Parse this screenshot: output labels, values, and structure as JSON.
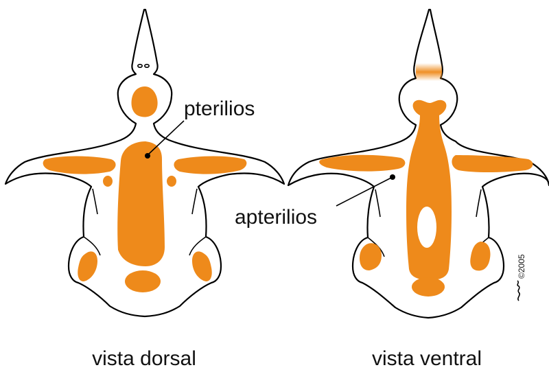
{
  "labels": {
    "pterylae": "pterilios",
    "apteria": "apterilios"
  },
  "captions": {
    "dorsal": "vista dorsal",
    "ventral": "vista ventral"
  },
  "credit": "©2005",
  "colors": {
    "tract": "#EE8A1B",
    "outline": "#000000",
    "background": "#FFFFFF"
  }
}
